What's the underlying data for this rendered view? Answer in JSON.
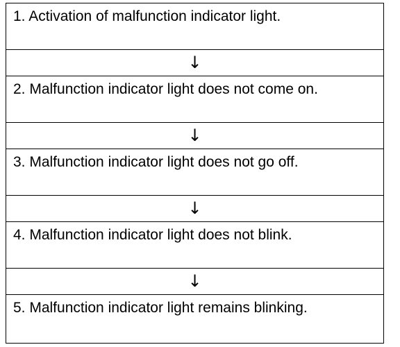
{
  "steps": [
    {
      "text": "1. Activation of malfunction indicator light."
    },
    {
      "text": "2. Malfunction indicator light does not come on."
    },
    {
      "text": "3. Malfunction indicator light does not go off."
    },
    {
      "text": "4. Malfunction indicator light does not blink."
    },
    {
      "text": "5. Malfunction indicator light remains blinking."
    }
  ],
  "arrow_symbol": "↓"
}
